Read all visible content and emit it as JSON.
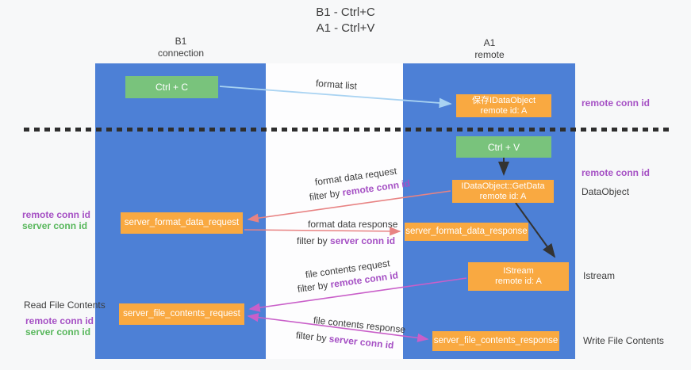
{
  "title": {
    "line1": "B1 - Ctrl+C",
    "line2": "A1 - Ctrl+V"
  },
  "columns": {
    "left": {
      "header_line1": "B1",
      "header_line2": "connection"
    },
    "right": {
      "header_line1": "A1",
      "header_line2": "remote"
    }
  },
  "nodes": {
    "ctrl_c": "Ctrl + C",
    "ctrl_v": "Ctrl + V",
    "save_dataobject": {
      "line1": "保存IDataObject",
      "line2": "remote id: A"
    },
    "getdata": {
      "line1": "IDataObject::GetData",
      "line2": "remote id: A"
    },
    "istream": {
      "line1": "IStream",
      "line2": "remote id: A"
    },
    "server_format_data_request": "server_format_data_request",
    "server_format_data_response": "server_format_data_response",
    "server_file_contents_request": "server_file_contents_request",
    "server_file_contents_response": "server_file_contents_response"
  },
  "side_labels": {
    "right_remote_conn_id_top": "remote conn id",
    "right_remote_conn_id_mid": "remote conn id",
    "dataobject": "DataObject",
    "istream": "Istream",
    "write_file_contents": "Write File Contents",
    "left_remote_conn_id_mid": "remote conn id",
    "left_server_conn_id_mid": "server conn id",
    "read_file_contents": "Read File Contents",
    "left_remote_conn_id_bottom": "remote conn id",
    "left_server_conn_id_bottom": "server conn id"
  },
  "arrow_labels": {
    "format_list": "format list",
    "format_data_request": "format data request",
    "format_data_response": "format data response",
    "file_contents_request": "file contents request",
    "file_contents_response": "file contents response",
    "filter_by_prefix": "filter by ",
    "filter_key_remote": "remote conn id",
    "filter_key_server": "server conn id"
  },
  "colors": {
    "column_blue": "#4d80d6",
    "box_green": "#79c37c",
    "box_orange": "#f9a941",
    "text_purple": "#a550c4",
    "text_green": "#58b75c",
    "arrow_lightblue": "#a9d3f2",
    "arrow_salmon": "#e88383",
    "arrow_magenta": "#c95fc9",
    "arrow_black": "#333333",
    "text_dark": "#3d3d3d"
  }
}
